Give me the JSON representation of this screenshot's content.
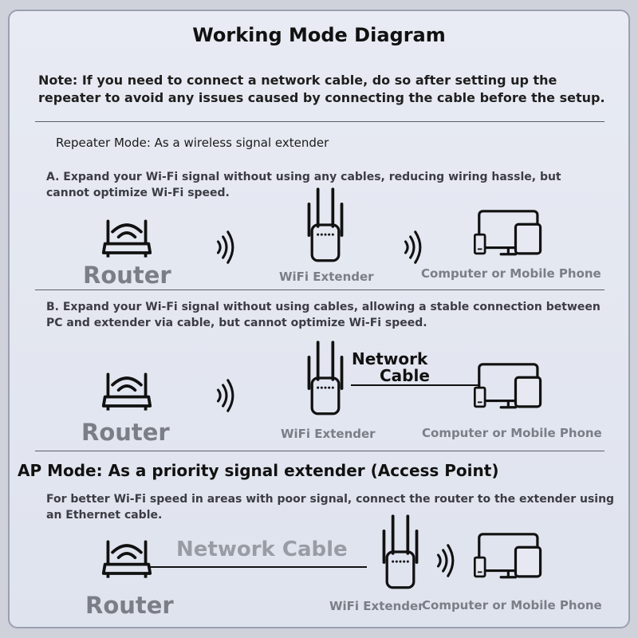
{
  "title": "Working Mode Diagram",
  "note": "Note: If you need to connect a network cable, do so after setting up the repeater to avoid any issues caused by connecting the cable before the setup.",
  "repeater": {
    "heading": "Repeater Mode: As a wireless signal extender",
    "a_desc": "A. Expand your Wi-Fi signal without using any cables, reducing wiring hassle, but cannot optimize Wi-Fi speed.",
    "b_desc": "B. Expand your Wi-Fi signal without using cables, allowing a stable connection between PC and extender via cable, but cannot optimize Wi-Fi speed.",
    "cable_label_line1": "Network",
    "cable_label_line2": "Cable"
  },
  "ap": {
    "heading": "AP Mode: As a priority signal extender (Access Point)",
    "desc": "For better Wi-Fi speed in areas with poor signal, connect the router to the extender using an Ethernet cable.",
    "cable_label": "Network Cable"
  },
  "labels": {
    "router": "Router",
    "extender": "WiFi Extender",
    "devices": "Computer or Mobile Phone"
  },
  "colors": {
    "icon": "#111111",
    "label_gray": "#7b7e86"
  }
}
